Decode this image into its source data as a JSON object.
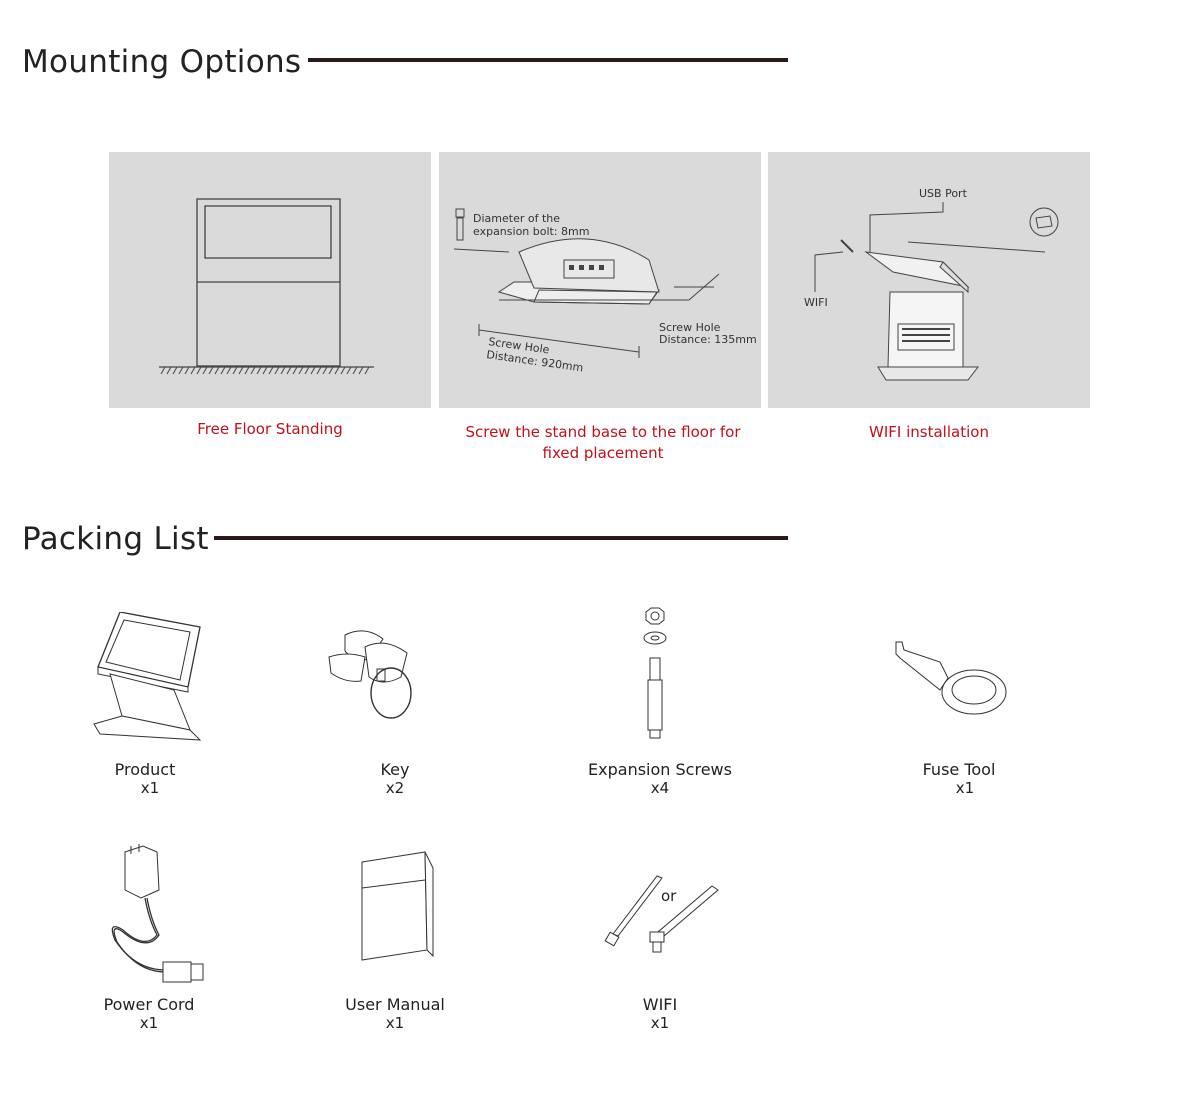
{
  "mounting": {
    "title": "Mounting Options",
    "options": [
      {
        "caption": "Free Floor Standing"
      },
      {
        "caption": "Screw the stand base to the floor for fixed placement",
        "labels": {
          "bolt": "Diameter of the",
          "bolt2": "expansion bolt: 8mm",
          "hole1a": "Screw Hole",
          "hole1b": "Distance: 920mm",
          "hole2a": "Screw Hole",
          "hole2b": "Distance: 135mm"
        }
      },
      {
        "caption": "WIFI installation",
        "labels": {
          "usb": "USB Port",
          "wifi": "WIFI"
        }
      }
    ]
  },
  "packing": {
    "title": "Packing List",
    "or_label": "or",
    "items": [
      {
        "name": "Product",
        "qty": "x1",
        "icon": "kiosk-icon"
      },
      {
        "name": "Key",
        "qty": "x2",
        "icon": "key-icon"
      },
      {
        "name": "Expansion Screws",
        "qty": "x4",
        "icon": "expansion-screw-icon"
      },
      {
        "name": "Fuse Tool",
        "qty": "x1",
        "icon": "fuse-tool-icon"
      },
      {
        "name": "Power Cord",
        "qty": "x1",
        "icon": "power-cord-icon"
      },
      {
        "name": "User Manual",
        "qty": "x1",
        "icon": "manual-icon"
      },
      {
        "name": "WIFI",
        "qty": "x1",
        "icon": "wifi-antenna-icon"
      }
    ]
  },
  "colors": {
    "caption": "#c3101b",
    "panel": "#dadada",
    "rule": "#2a1a1a"
  }
}
